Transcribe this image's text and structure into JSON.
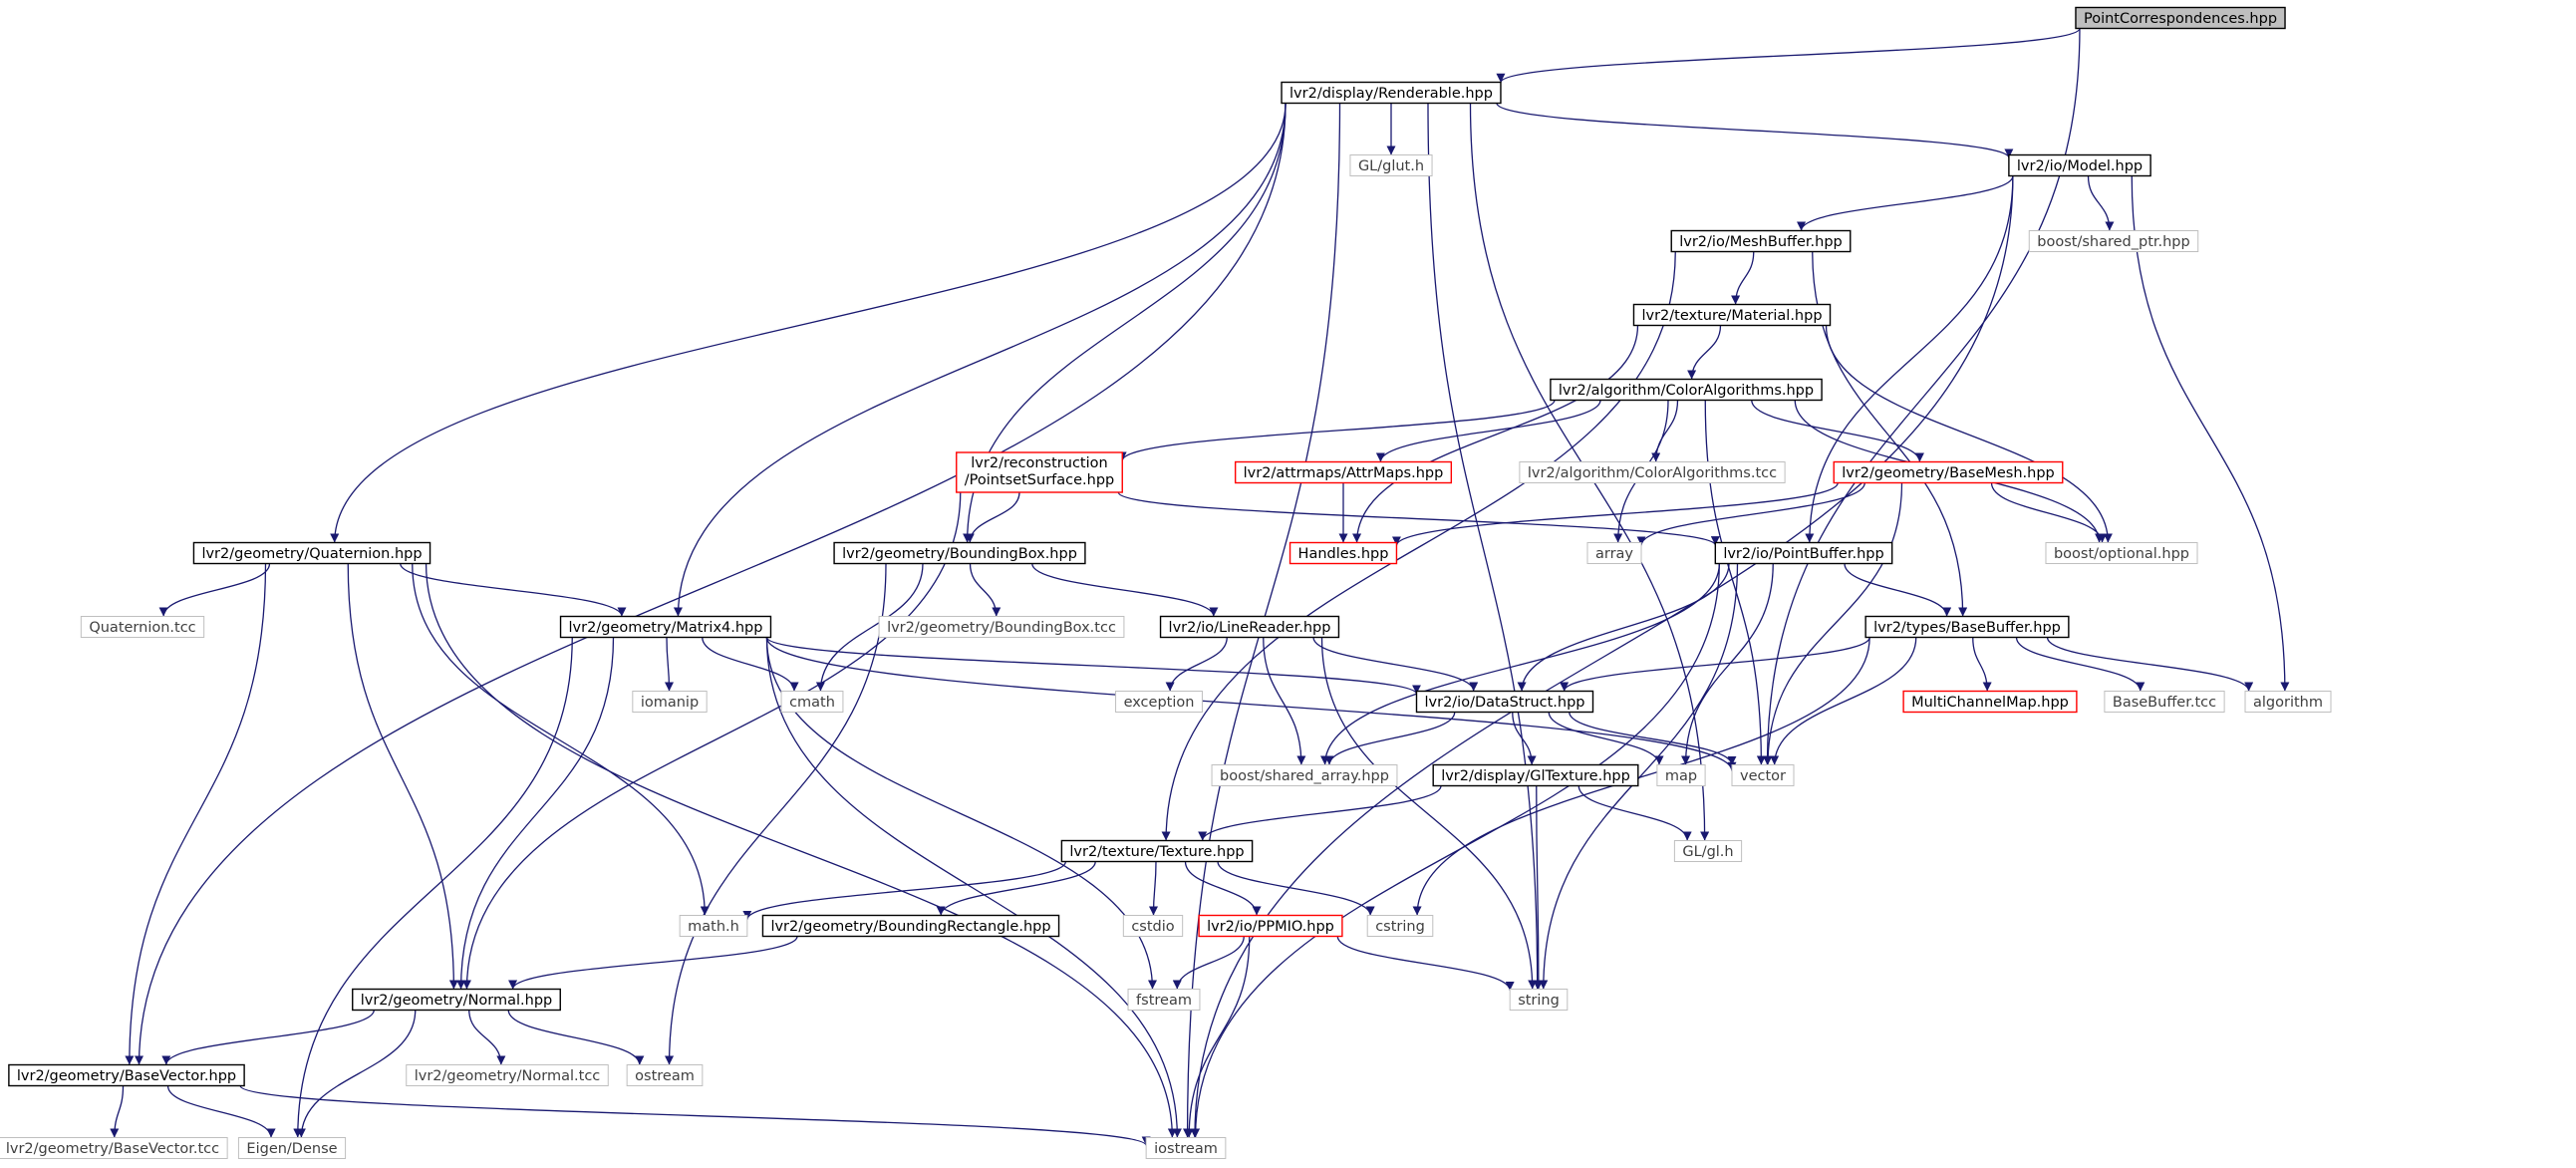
{
  "colors": {
    "edge": "#191970",
    "border_normal": "#000000",
    "border_external": "#bfbfbf",
    "border_incomplete": "#ff0000",
    "root_fill": "#bfbfbf",
    "text_normal": "#000000",
    "text_external": "#404040"
  },
  "graph": {
    "nodes": [
      {
        "id": "root",
        "label": "PointCorrespondences.hpp",
        "kind": "root"
      },
      {
        "id": "renderable",
        "label": "lvr2/display/Renderable.hpp",
        "kind": "normal"
      },
      {
        "id": "glut",
        "label": "GL/glut.h",
        "kind": "external"
      },
      {
        "id": "model",
        "label": "lvr2/io/Model.hpp",
        "kind": "normal"
      },
      {
        "id": "meshbuffer",
        "label": "lvr2/io/MeshBuffer.hpp",
        "kind": "normal"
      },
      {
        "id": "sharedptr",
        "label": "boost/shared_ptr.hpp",
        "kind": "external"
      },
      {
        "id": "material",
        "label": "lvr2/texture/Material.hpp",
        "kind": "normal"
      },
      {
        "id": "coloralg",
        "label": "lvr2/algorithm/ColorAlgorithms.hpp",
        "kind": "normal"
      },
      {
        "id": "pointset",
        "label": "lvr2/reconstruction\n/PointsetSurface.hpp",
        "kind": "incomplete"
      },
      {
        "id": "attrmaps",
        "label": "lvr2/attrmaps/AttrMaps.hpp",
        "kind": "incomplete"
      },
      {
        "id": "coloralgtcc",
        "label": "lvr2/algorithm/ColorAlgorithms.tcc",
        "kind": "external"
      },
      {
        "id": "basemesh",
        "label": "lvr2/geometry/BaseMesh.hpp",
        "kind": "incomplete"
      },
      {
        "id": "quaternion",
        "label": "lvr2/geometry/Quaternion.hpp",
        "kind": "normal"
      },
      {
        "id": "boundingbox",
        "label": "lvr2/geometry/BoundingBox.hpp",
        "kind": "normal"
      },
      {
        "id": "handles",
        "label": "Handles.hpp",
        "kind": "incomplete"
      },
      {
        "id": "array",
        "label": "array",
        "kind": "external"
      },
      {
        "id": "pointbuffer",
        "label": "lvr2/io/PointBuffer.hpp",
        "kind": "normal"
      },
      {
        "id": "optional",
        "label": "boost/optional.hpp",
        "kind": "external"
      },
      {
        "id": "quaterniontcc",
        "label": "Quaternion.tcc",
        "kind": "external"
      },
      {
        "id": "matrix4",
        "label": "lvr2/geometry/Matrix4.hpp",
        "kind": "normal"
      },
      {
        "id": "bboxtcc",
        "label": "lvr2/geometry/BoundingBox.tcc",
        "kind": "external"
      },
      {
        "id": "linereader",
        "label": "lvr2/io/LineReader.hpp",
        "kind": "normal"
      },
      {
        "id": "basebuffer",
        "label": "lvr2/types/BaseBuffer.hpp",
        "kind": "normal"
      },
      {
        "id": "iomanip",
        "label": "iomanip",
        "kind": "external"
      },
      {
        "id": "cmath",
        "label": "cmath",
        "kind": "external"
      },
      {
        "id": "exception",
        "label": "exception",
        "kind": "external"
      },
      {
        "id": "datastruct",
        "label": "lvr2/io/DataStruct.hpp",
        "kind": "normal"
      },
      {
        "id": "multichannel",
        "label": "MultiChannelMap.hpp",
        "kind": "incomplete"
      },
      {
        "id": "basebuffertcc",
        "label": "BaseBuffer.tcc",
        "kind": "external"
      },
      {
        "id": "algorithm",
        "label": "algorithm",
        "kind": "external"
      },
      {
        "id": "sharedarray",
        "label": "boost/shared_array.hpp",
        "kind": "external"
      },
      {
        "id": "gltexture",
        "label": "lvr2/display/GlTexture.hpp",
        "kind": "normal"
      },
      {
        "id": "map",
        "label": "map",
        "kind": "external"
      },
      {
        "id": "vector",
        "label": "vector",
        "kind": "external"
      },
      {
        "id": "texture",
        "label": "lvr2/texture/Texture.hpp",
        "kind": "normal"
      },
      {
        "id": "glgl",
        "label": "GL/gl.h",
        "kind": "external"
      },
      {
        "id": "mathh",
        "label": "math.h",
        "kind": "external"
      },
      {
        "id": "boundingrect",
        "label": "lvr2/geometry/BoundingRectangle.hpp",
        "kind": "normal"
      },
      {
        "id": "cstdio",
        "label": "cstdio",
        "kind": "external"
      },
      {
        "id": "ppmio",
        "label": "lvr2/io/PPMIO.hpp",
        "kind": "incomplete"
      },
      {
        "id": "cstring",
        "label": "cstring",
        "kind": "external"
      },
      {
        "id": "normal",
        "label": "lvr2/geometry/Normal.hpp",
        "kind": "normal"
      },
      {
        "id": "fstream",
        "label": "fstream",
        "kind": "external"
      },
      {
        "id": "string",
        "label": "string",
        "kind": "external"
      },
      {
        "id": "basevector",
        "label": "lvr2/geometry/BaseVector.hpp",
        "kind": "normal"
      },
      {
        "id": "normaltcc",
        "label": "lvr2/geometry/Normal.tcc",
        "kind": "external"
      },
      {
        "id": "ostream",
        "label": "ostream",
        "kind": "external"
      },
      {
        "id": "basevectortcc",
        "label": "lvr2/geometry/BaseVector.tcc",
        "kind": "external"
      },
      {
        "id": "eigendense",
        "label": "Eigen/Dense",
        "kind": "external"
      },
      {
        "id": "iostream",
        "label": "iostream",
        "kind": "external"
      }
    ],
    "edges": [
      [
        "root",
        "renderable"
      ],
      [
        "root",
        "vector"
      ],
      [
        "renderable",
        "glut"
      ],
      [
        "renderable",
        "model"
      ],
      [
        "renderable",
        "quaternion"
      ],
      [
        "renderable",
        "boundingbox"
      ],
      [
        "renderable",
        "matrix4"
      ],
      [
        "renderable",
        "basevector"
      ],
      [
        "renderable",
        "glgl"
      ],
      [
        "renderable",
        "string"
      ],
      [
        "renderable",
        "iostream"
      ],
      [
        "model",
        "meshbuffer"
      ],
      [
        "model",
        "sharedptr"
      ],
      [
        "model",
        "pointbuffer"
      ],
      [
        "model",
        "algorithm"
      ],
      [
        "model",
        "iostream"
      ],
      [
        "meshbuffer",
        "material"
      ],
      [
        "meshbuffer",
        "texture"
      ],
      [
        "meshbuffer",
        "basebuffer"
      ],
      [
        "material",
        "coloralg"
      ],
      [
        "material",
        "handles"
      ],
      [
        "material",
        "optional"
      ],
      [
        "coloralg",
        "pointset"
      ],
      [
        "coloralg",
        "attrmaps"
      ],
      [
        "coloralg",
        "coloralgtcc"
      ],
      [
        "coloralg",
        "basemesh"
      ],
      [
        "coloralg",
        "array"
      ],
      [
        "coloralg",
        "optional"
      ],
      [
        "coloralg",
        "vector"
      ],
      [
        "pointset",
        "boundingbox"
      ],
      [
        "pointset",
        "pointbuffer"
      ],
      [
        "pointset",
        "normal"
      ],
      [
        "attrmaps",
        "handles"
      ],
      [
        "basemesh",
        "handles"
      ],
      [
        "basemesh",
        "array"
      ],
      [
        "basemesh",
        "optional"
      ],
      [
        "basemesh",
        "vector"
      ],
      [
        "quaternion",
        "quaterniontcc"
      ],
      [
        "quaternion",
        "matrix4"
      ],
      [
        "quaternion",
        "basevector"
      ],
      [
        "quaternion",
        "normal"
      ],
      [
        "quaternion",
        "mathh"
      ],
      [
        "quaternion",
        "iostream"
      ],
      [
        "boundingbox",
        "bboxtcc"
      ],
      [
        "boundingbox",
        "linereader"
      ],
      [
        "boundingbox",
        "cmath"
      ],
      [
        "boundingbox",
        "ostream"
      ],
      [
        "pointbuffer",
        "basebuffer"
      ],
      [
        "pointbuffer",
        "datastruct"
      ],
      [
        "pointbuffer",
        "sharedarray"
      ],
      [
        "pointbuffer",
        "map"
      ],
      [
        "pointbuffer",
        "string"
      ],
      [
        "pointbuffer",
        "iostream"
      ],
      [
        "matrix4",
        "iomanip"
      ],
      [
        "matrix4",
        "cmath"
      ],
      [
        "matrix4",
        "datastruct"
      ],
      [
        "matrix4",
        "normal"
      ],
      [
        "matrix4",
        "eigendense"
      ],
      [
        "matrix4",
        "fstream"
      ],
      [
        "matrix4",
        "iostream"
      ],
      [
        "matrix4",
        "vector"
      ],
      [
        "linereader",
        "exception"
      ],
      [
        "linereader",
        "datastruct"
      ],
      [
        "linereader",
        "sharedarray"
      ],
      [
        "linereader",
        "string"
      ],
      [
        "basebuffer",
        "multichannel"
      ],
      [
        "basebuffer",
        "basebuffertcc"
      ],
      [
        "basebuffer",
        "algorithm"
      ],
      [
        "basebuffer",
        "datastruct"
      ],
      [
        "basebuffer",
        "vector"
      ],
      [
        "basebuffer",
        "cstring"
      ],
      [
        "datastruct",
        "gltexture"
      ],
      [
        "datastruct",
        "sharedarray"
      ],
      [
        "datastruct",
        "map"
      ],
      [
        "datastruct",
        "vector"
      ],
      [
        "gltexture",
        "texture"
      ],
      [
        "gltexture",
        "glgl"
      ],
      [
        "gltexture",
        "string"
      ],
      [
        "texture",
        "mathh"
      ],
      [
        "texture",
        "boundingrect"
      ],
      [
        "texture",
        "cstdio"
      ],
      [
        "texture",
        "ppmio"
      ],
      [
        "texture",
        "cstring"
      ],
      [
        "boundingrect",
        "normal"
      ],
      [
        "ppmio",
        "fstream"
      ],
      [
        "ppmio",
        "string"
      ],
      [
        "ppmio",
        "iostream"
      ],
      [
        "normal",
        "basevector"
      ],
      [
        "normal",
        "normaltcc"
      ],
      [
        "normal",
        "ostream"
      ],
      [
        "normal",
        "eigendense"
      ],
      [
        "basevector",
        "basevectortcc"
      ],
      [
        "basevector",
        "eigendense"
      ],
      [
        "basevector",
        "iostream"
      ]
    ]
  }
}
